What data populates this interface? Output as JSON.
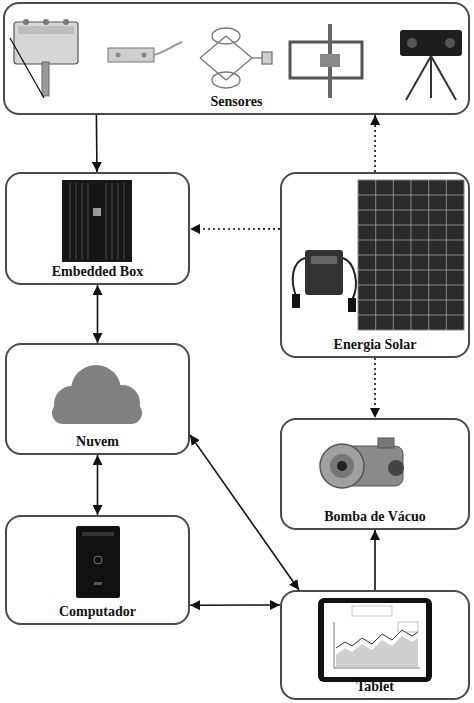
{
  "diagram": {
    "nodes": [
      {
        "text": [
          "Sensores"
        ]
      },
      {
        "text": [
          "Embedded Box"
        ]
      },
      {
        "text": [
          "Energia Solar"
        ]
      },
      {
        "text": [
          "Nuvem"
        ]
      },
      {
        "text": [
          "Bomba de Vácuo"
        ]
      },
      {
        "text": [
          "Computador"
        ]
      },
      {
        "text": [
          "Tablet"
        ]
      }
    ],
    "edges": [
      {
        "from": 0,
        "to": 1,
        "arrow": "to"
      },
      {
        "from": 2,
        "to": 0,
        "arrow": "to"
      },
      {
        "from": 2,
        "to": 1,
        "arrow": "to"
      },
      {
        "from": 1,
        "to": 3,
        "arrow": "both"
      },
      {
        "from": 2,
        "to": 4,
        "arrow": "to"
      },
      {
        "from": 3,
        "to": 5,
        "arrow": "both"
      },
      {
        "from": 3,
        "to": 6,
        "arrow": "both"
      },
      {
        "from": 5,
        "to": 6,
        "arrow": "both"
      },
      {
        "from": 6,
        "to": 4,
        "arrow": "to"
      }
    ]
  }
}
